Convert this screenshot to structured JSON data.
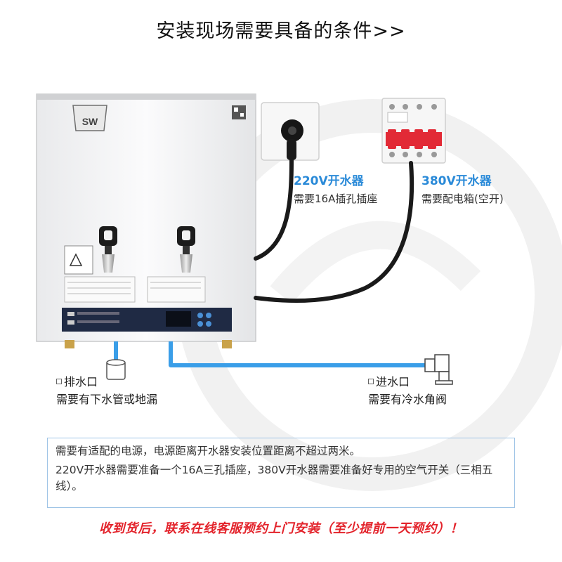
{
  "title": "安装现场需要具备的条件>>",
  "colors": {
    "accent_blue": "#2a8ad8",
    "warning_red": "#e3232b",
    "pipe_blue": "#3a9ee8",
    "breaker_red": "#e22a36"
  },
  "heater": {
    "brand": "SW"
  },
  "power_220": {
    "title": "220V开水器",
    "requirement": "需要16A插孔插座"
  },
  "power_380": {
    "title": "380V开水器",
    "requirement": "需要配电箱(空开)"
  },
  "drain": {
    "title": "排水口",
    "requirement": "需要有下水管或地漏"
  },
  "inlet": {
    "title": "进水口",
    "requirement": "需要有冷水角阀"
  },
  "notice": {
    "line1": "需要有适配的电源，电源距离开水器安装位置距离不超过两米。",
    "line2": "220V开水器需要准备一个16A三孔插座，380V开水器需要准备好专用的空气开关（三相五线）。"
  },
  "footer": "收到货后，联系在线客服预约上门安装（至少提前一天预约）！"
}
